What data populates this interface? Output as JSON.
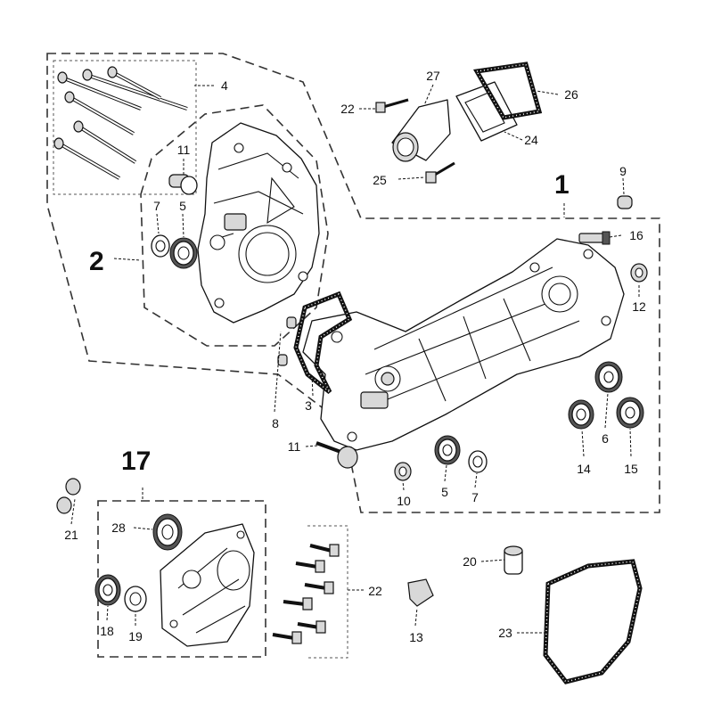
{
  "diagram": {
    "group_labels": {
      "g1": "1",
      "g2": "2",
      "g17": "17"
    },
    "callouts": {
      "c3": "3",
      "c4": "4",
      "c5a": "5",
      "c5b": "5",
      "c6": "6",
      "c7a": "7",
      "c7b": "7",
      "c8": "8",
      "c9": "9",
      "c10": "10",
      "c11a": "11",
      "c11b": "11",
      "c12": "12",
      "c13": "13",
      "c14": "14",
      "c15": "15",
      "c16": "16",
      "c18": "18",
      "c19": "19",
      "c20": "20",
      "c21": "21",
      "c22a": "22",
      "c22b": "22",
      "c23": "23",
      "c24": "24",
      "c25": "25",
      "c26": "26",
      "c27": "27",
      "c28": "28"
    }
  }
}
